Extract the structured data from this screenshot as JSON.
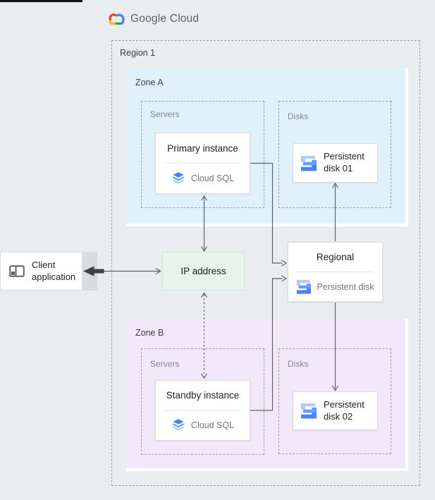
{
  "header": {
    "logo_text": "Google Cloud"
  },
  "region": {
    "label": "Region 1"
  },
  "client_app": {
    "label": "Client application"
  },
  "ip_address": {
    "label": "IP address"
  },
  "zone_a": {
    "label": "Zone A",
    "servers_group_label": "Servers",
    "disks_group_label": "Disks",
    "instance_card": {
      "title": "Primary instance",
      "product_label": "Cloud SQL"
    },
    "disk_card": {
      "label": "Persistent disk 01"
    }
  },
  "zone_b": {
    "label": "Zone B",
    "servers_group_label": "Servers",
    "disks_group_label": "Disks",
    "instance_card": {
      "title": "Standby instance",
      "product_label": "Cloud SQL"
    },
    "disk_card": {
      "label": "Persistent disk 02"
    }
  },
  "regional_disk_card": {
    "title": "Regional",
    "product_label": "Persistent disk"
  },
  "colors": {
    "canvas_bg": "#E9EDEF",
    "zone_a_bg": "#E1F1FC",
    "zone_b_bg": "#F1E9FA",
    "ip_box_bg": "#E7F4EB",
    "google_blue": "#4285F4",
    "blue_light": "#669DF6",
    "blue_lighter": "#AECBFA",
    "logo_red": "#EA4335",
    "logo_yellow": "#FBBC04",
    "logo_green": "#34A853",
    "connector_gray": "#5F6368",
    "dashed_border_gray": "#9AA0A6"
  }
}
